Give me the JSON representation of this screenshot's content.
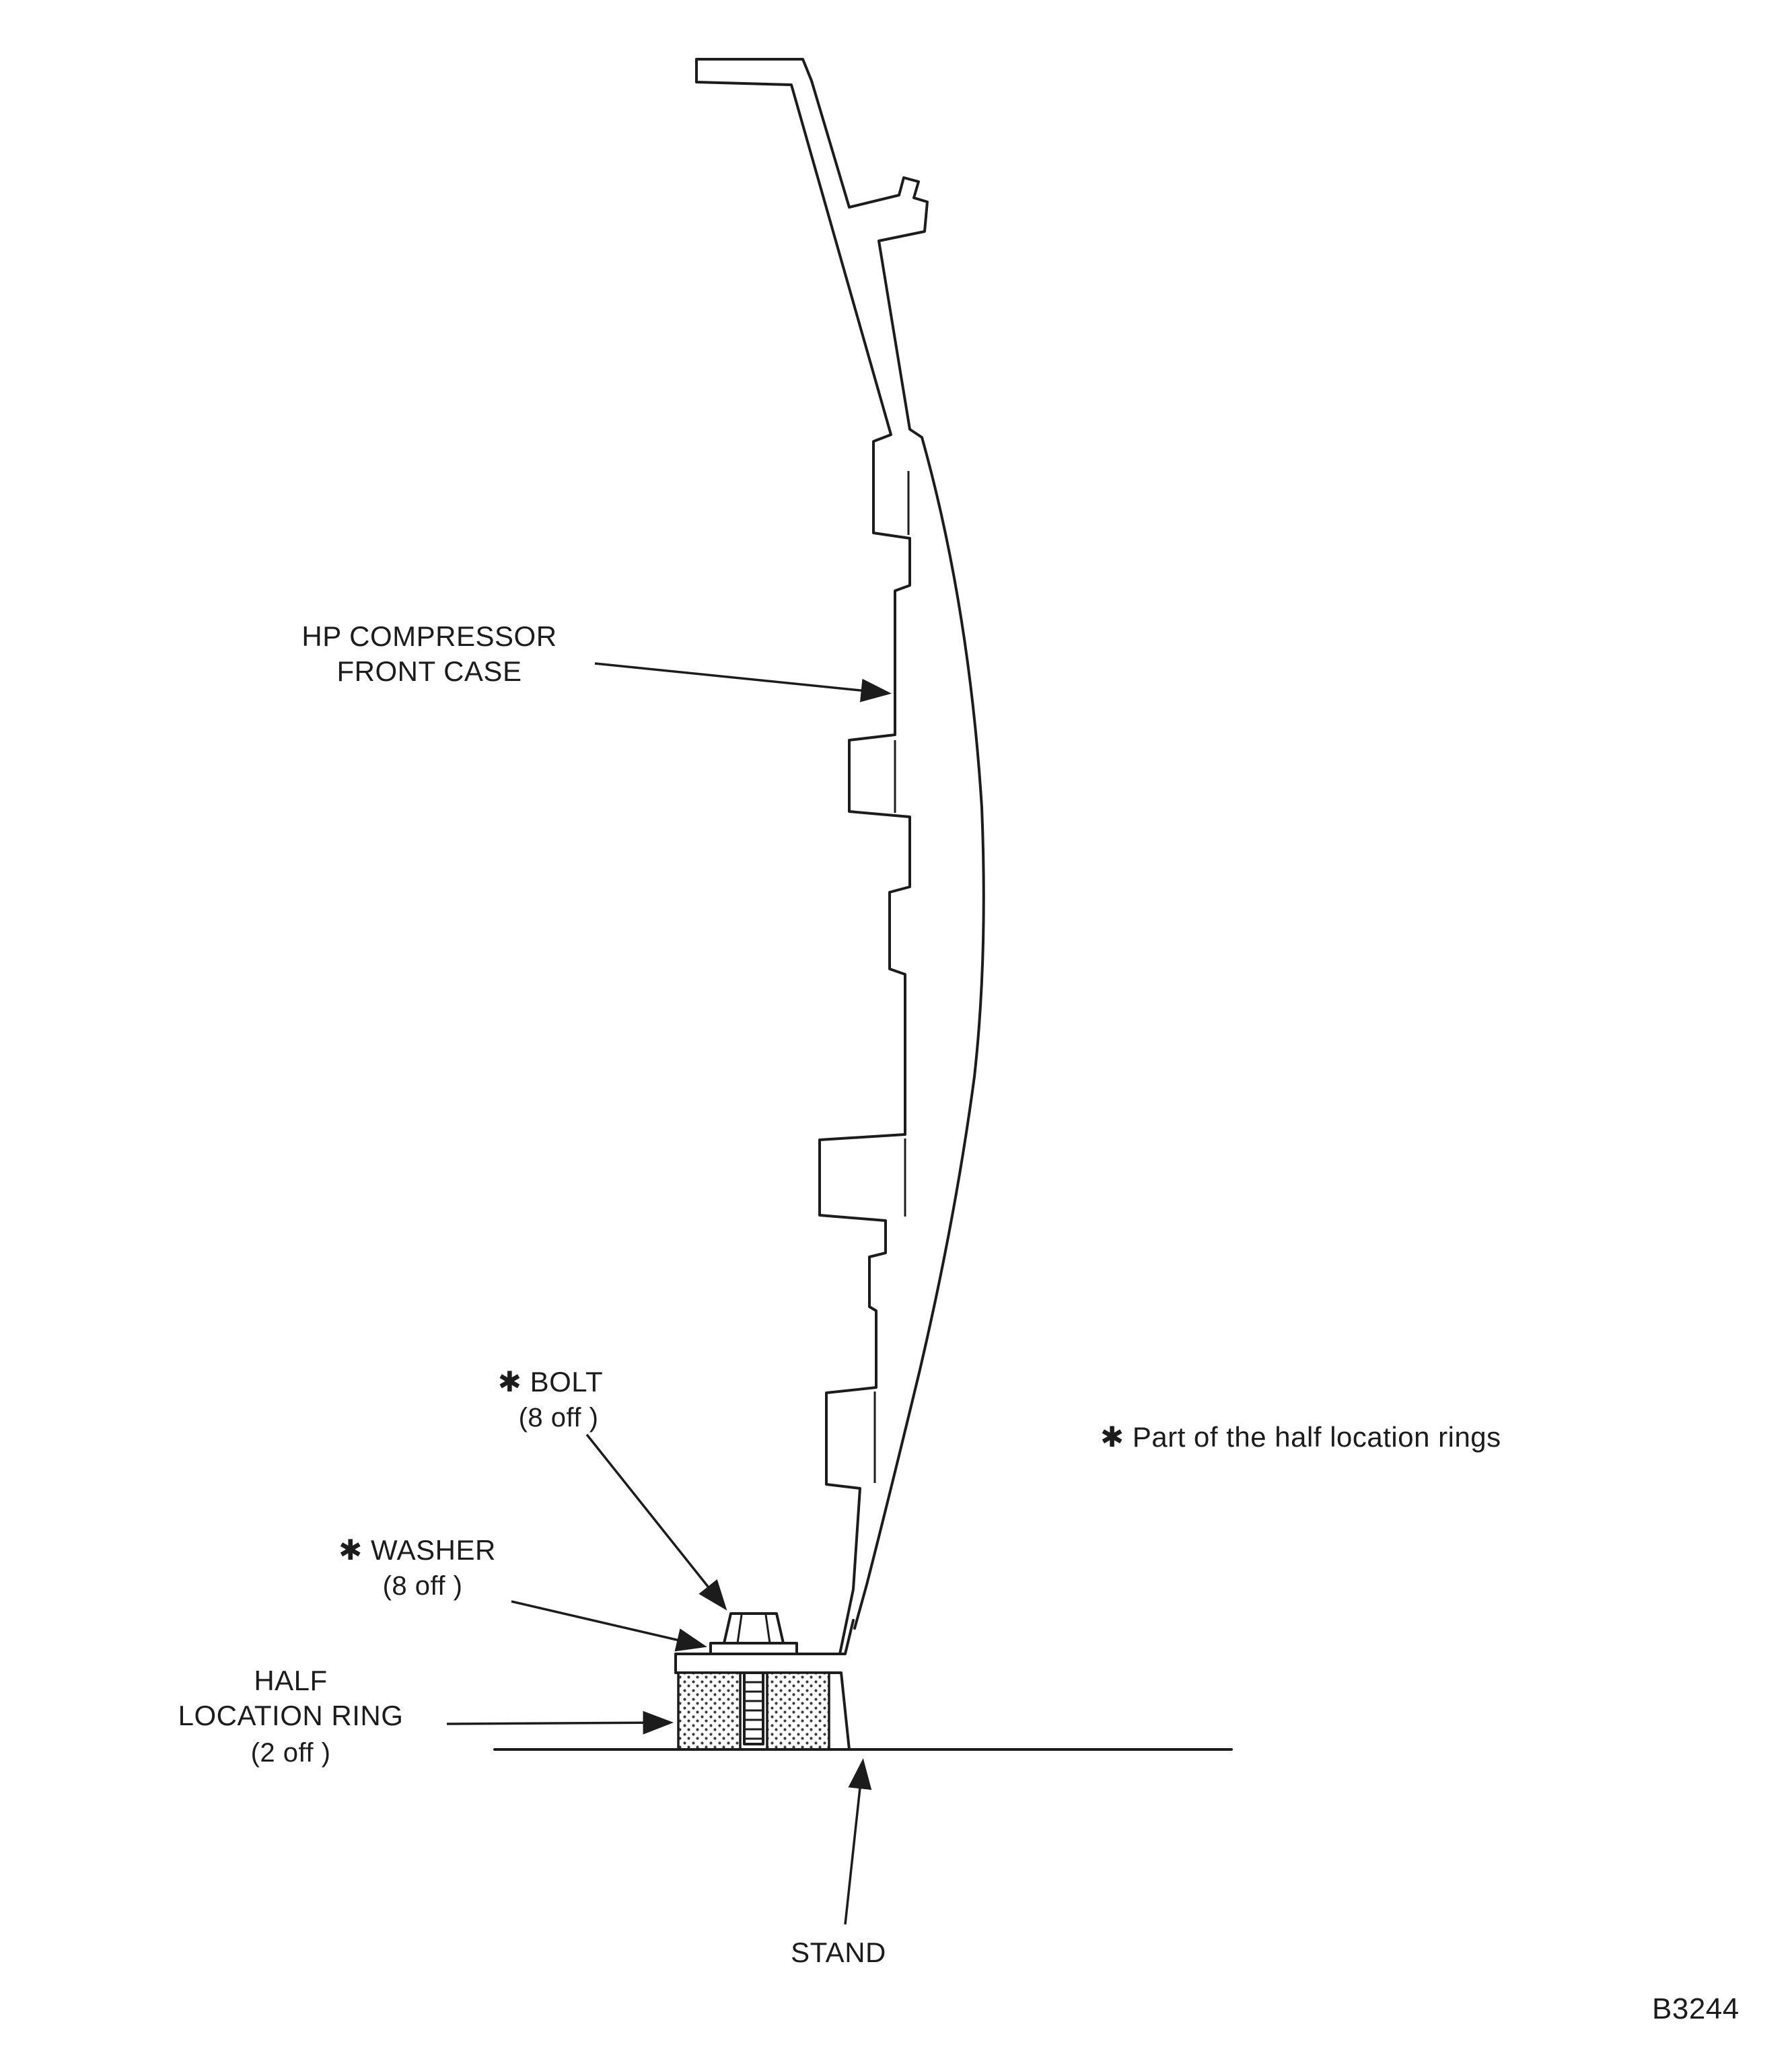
{
  "colors": {
    "ink": "#1c1c1c",
    "background": "#ffffff"
  },
  "diagram": {
    "case_label": {
      "line1": "HP COMPRESSOR",
      "line2": "FRONT CASE"
    },
    "bolt_label": {
      "line1": "✱ BOLT",
      "line2": "(8 off )"
    },
    "washer_label": {
      "line1": "✱ WASHER",
      "line2": "(8 off )"
    },
    "ring_label": {
      "line1": "HALF",
      "line2": "LOCATION RING",
      "line3": "(2 off )"
    },
    "stand_label": "STAND",
    "legend_note": "✱ Part of the half location rings",
    "figure_number": "B3244"
  }
}
